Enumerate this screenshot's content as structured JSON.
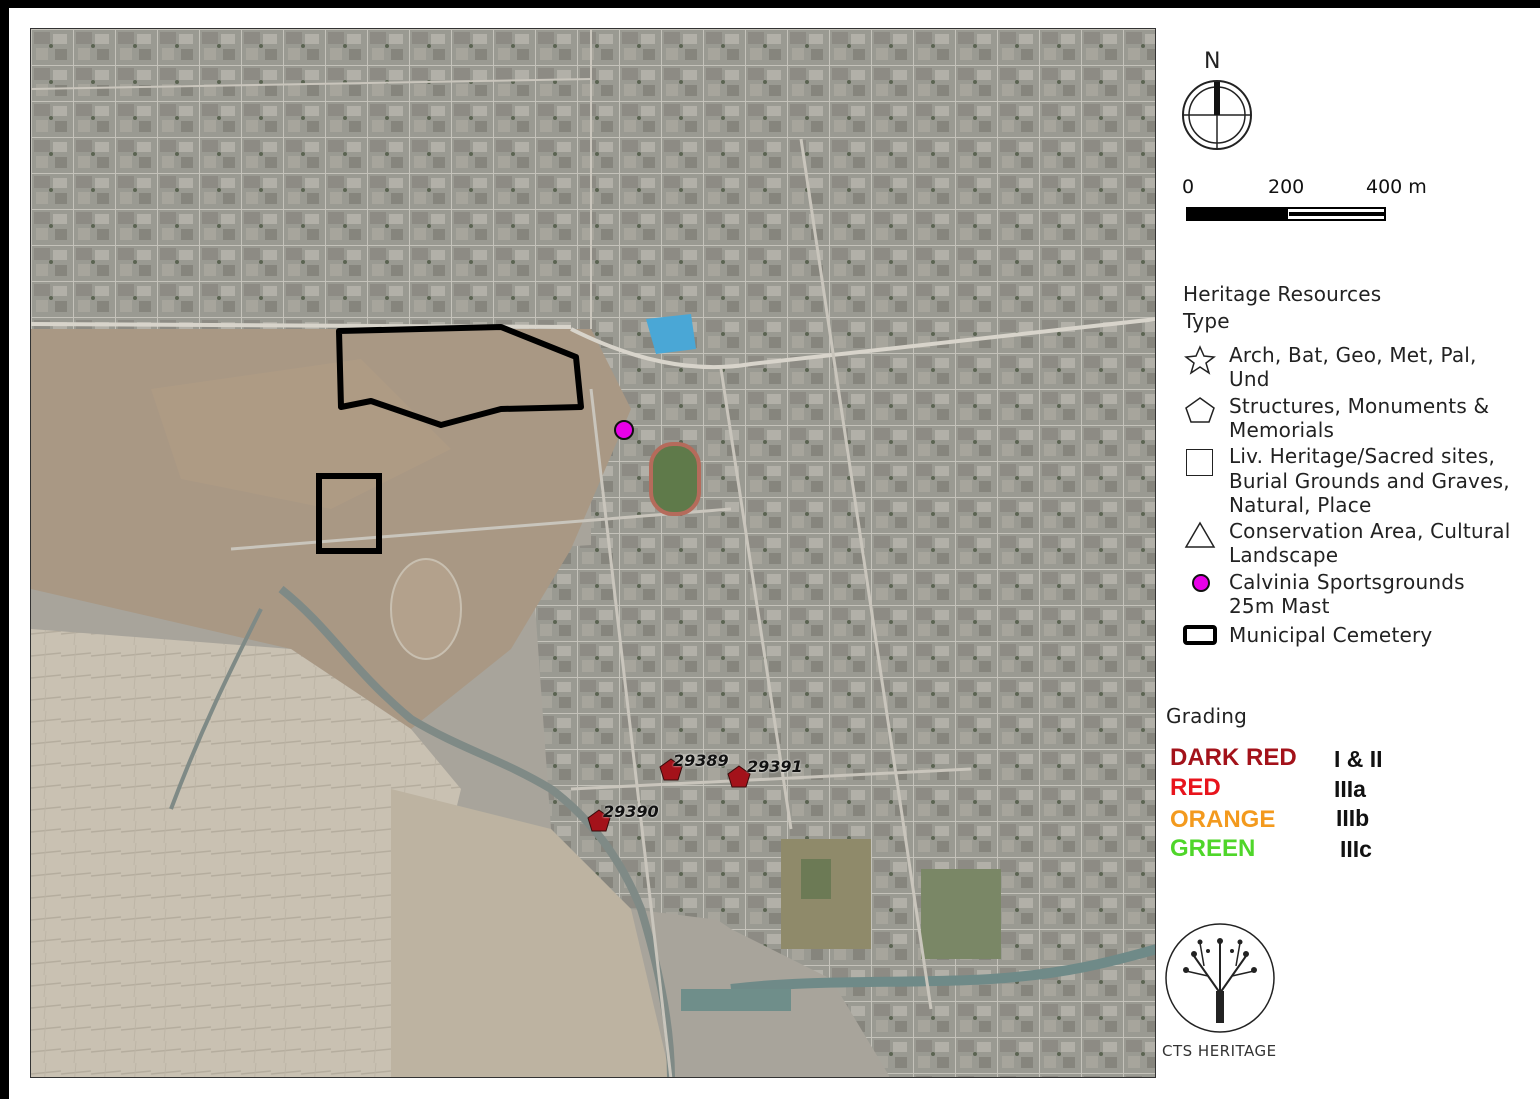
{
  "north_arrow": {
    "label": "N"
  },
  "scale_bar": {
    "ticks": [
      "0",
      "200",
      "400 m"
    ]
  },
  "legend": {
    "title": "Heritage Resources",
    "subtitle": "Type",
    "items": [
      {
        "symbol": "star-icon",
        "label_line1": "Arch, Bat, Geo, Met, Pal,",
        "label_line2": "Und"
      },
      {
        "symbol": "pentagon-icon",
        "label_line1": "Structures, Monuments &",
        "label_line2": "Memorials"
      },
      {
        "symbol": "square-icon",
        "label_line1": "Liv. Heritage/Sacred sites,",
        "label_line2": "Burial Grounds and Graves,",
        "label_line3": "Natural, Place"
      },
      {
        "symbol": "triangle-icon",
        "label_line1": "Conservation Area, Cultural",
        "label_line2": "Landscape"
      },
      {
        "symbol": "magenta-dot-icon",
        "label_line1": "Calvinia Sportsgrounds",
        "label_line2": "25m Mast"
      },
      {
        "symbol": "black-rectangle-icon",
        "label_line1": "Municipal Cemetery"
      }
    ]
  },
  "grading": {
    "title": "Grading",
    "rows": [
      {
        "color_name": "DARK RED",
        "grade": "I & II",
        "color": "#a3121a"
      },
      {
        "color_name": "RED",
        "grade": "IIIa",
        "color": "#e8141c"
      },
      {
        "color_name": "ORANGE",
        "grade": "IIIb",
        "color": "#f39a1e"
      },
      {
        "color_name": "GREEN",
        "grade": "IIIc",
        "color": "#4fd62a"
      }
    ]
  },
  "sites": [
    {
      "id": "29389",
      "color": "#a3121a"
    },
    {
      "id": "29391",
      "color": "#a3121a"
    },
    {
      "id": "29390",
      "color": "#a3121a"
    }
  ],
  "mast_color": "#e800e8",
  "logo": {
    "text": "CTS HERITAGE"
  }
}
